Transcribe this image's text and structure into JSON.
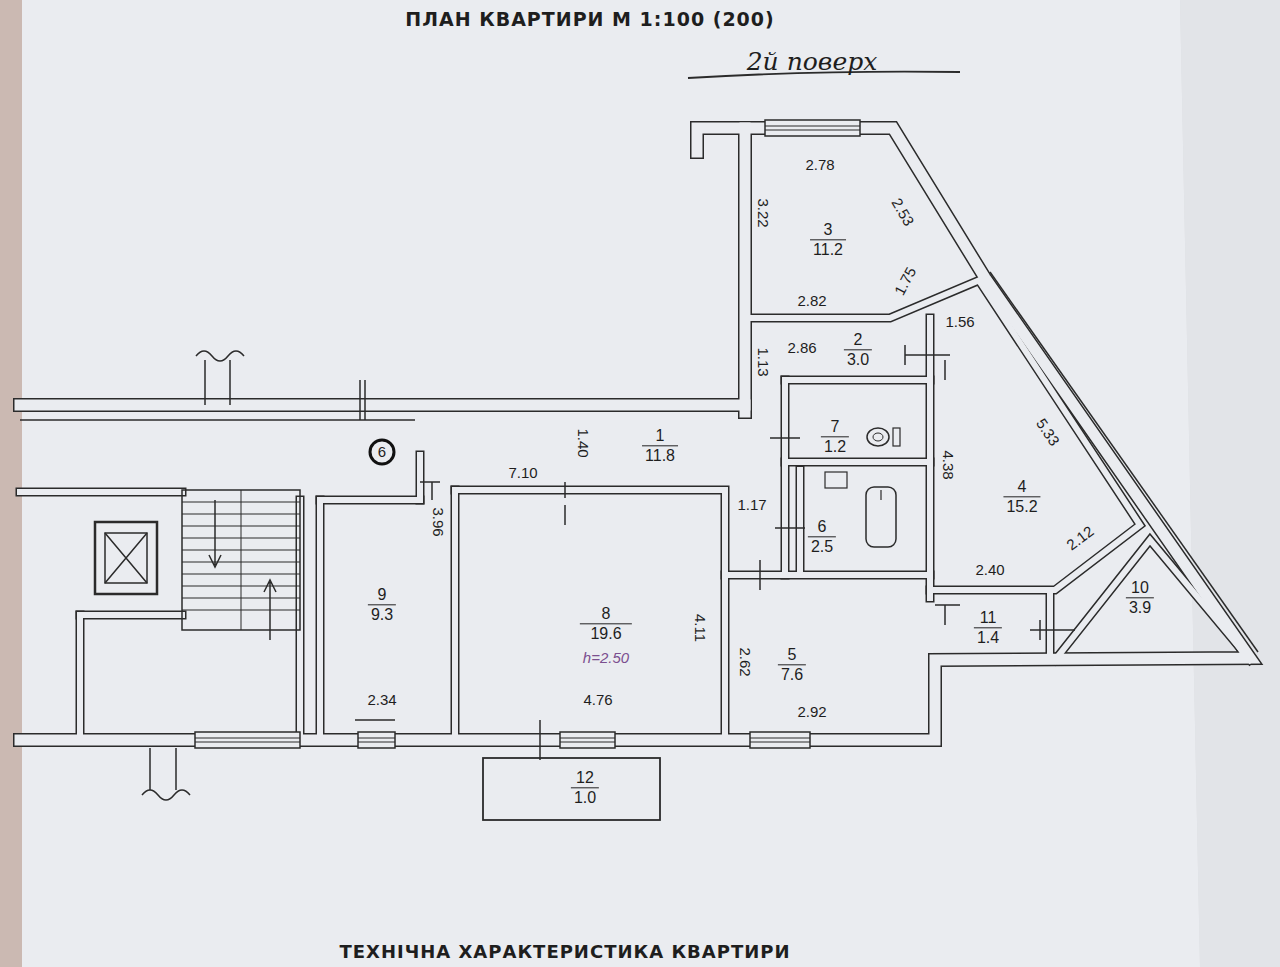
{
  "diagram": {
    "title": "ПЛАН КВАРТИРИ М 1:100 (200)",
    "nodes": [
      {
        "text": [
          "3",
          "11.2"
        ]
      },
      {
        "text": [
          "2",
          "3.0"
        ]
      },
      {
        "text": [
          "1",
          "11.8"
        ]
      },
      {
        "text": [
          "7",
          "1.2"
        ]
      },
      {
        "text": [
          "4",
          "15.2"
        ]
      },
      {
        "text": [
          "6",
          "2.5"
        ]
      },
      {
        "text": [
          "10",
          "3.9"
        ]
      },
      {
        "text": [
          "9",
          "9.3"
        ]
      },
      {
        "text": [
          "8",
          "19.6",
          "h=2.50"
        ]
      },
      {
        "text": [
          "11",
          "1.4"
        ]
      },
      {
        "text": [
          "5",
          "7.6"
        ]
      },
      {
        "text": [
          "12",
          "1.0"
        ]
      }
    ],
    "labels": [
      "2й поверх",
      "2.78",
      "3.22",
      "2.53",
      "1.75",
      "2.82",
      "1.56",
      "2.86",
      "1.13",
      "5.33",
      "7.10",
      "1.40",
      "1.17",
      "4.38",
      "2.12",
      "2.40",
      "3.96",
      "4.11",
      "2.62",
      "2.34",
      "4.76",
      "2.92",
      "6",
      "ТЕХНІЧНА ХАРАКТЕРИСТИКА КВАРТИРИ"
    ]
  }
}
